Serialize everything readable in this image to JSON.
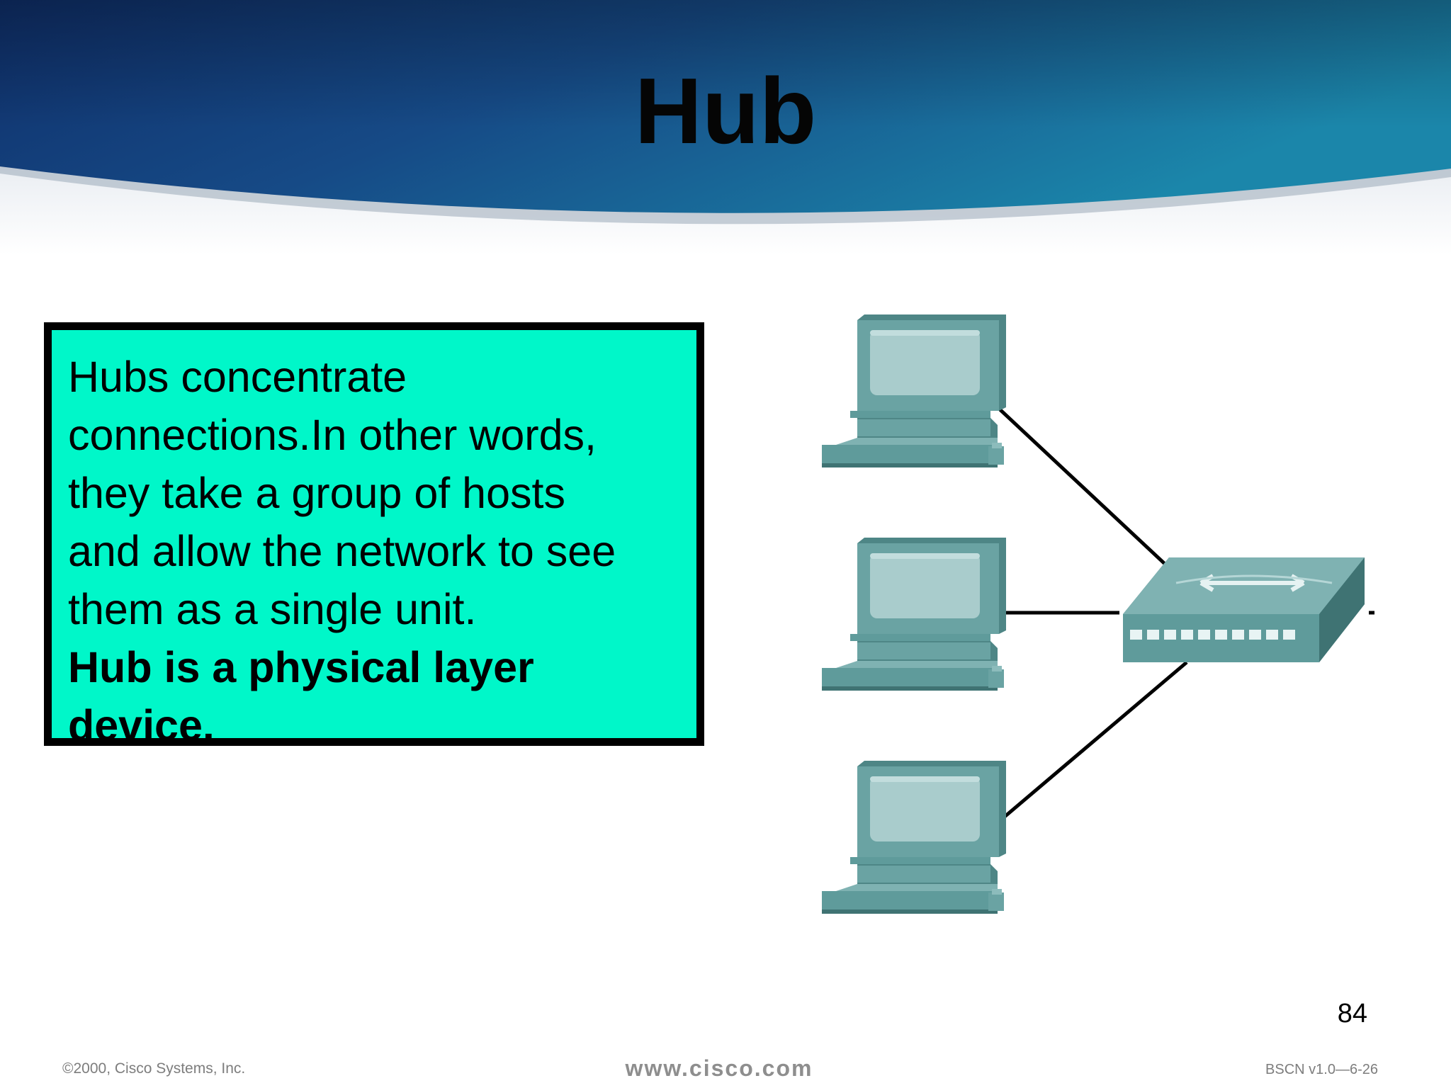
{
  "slide": {
    "title": "Hub",
    "body_lines": [
      "Hubs concentrate",
      "connections.In other words,",
      "they take a group of hosts",
      "and allow the network to see",
      "them as a single unit."
    ],
    "emphasis_lines": [
      "Hub is a physical layer",
      "device."
    ],
    "page_number": "84"
  },
  "footer": {
    "copyright": "©2000, Cisco Systems, Inc.",
    "website": "www.cisco.com",
    "course_code": "BSCN v1.0—6-26"
  },
  "diagram": {
    "nodes": [
      {
        "id": "pc-1",
        "icon": "computer-icon"
      },
      {
        "id": "pc-2",
        "icon": "computer-icon"
      },
      {
        "id": "pc-3",
        "icon": "computer-icon"
      },
      {
        "id": "hub",
        "icon": "hub-icon"
      }
    ],
    "links": [
      {
        "from": "pc-1",
        "to": "hub"
      },
      {
        "from": "pc-2",
        "to": "hub"
      },
      {
        "from": "pc-3",
        "to": "hub"
      }
    ]
  },
  "colors": {
    "banner_dark": "#0f2f6a",
    "banner_light": "#1b86aa",
    "textbox_fill": "#00f7c9",
    "device": "#5f9b9b",
    "screen": "#a9cccc"
  }
}
